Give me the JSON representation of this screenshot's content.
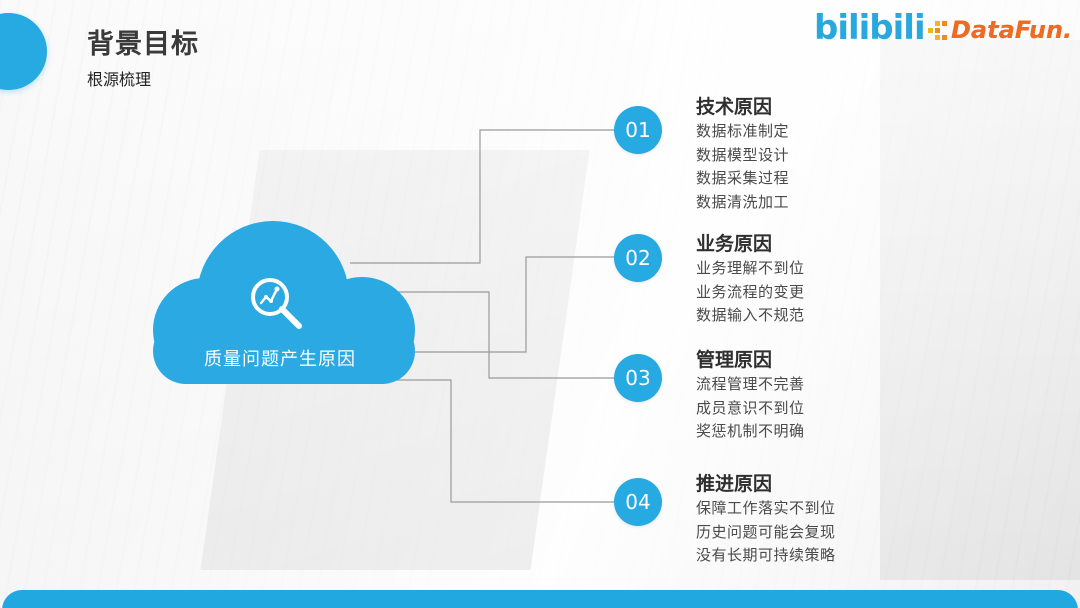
{
  "header": {
    "title": "背景目标",
    "subtitle": "根源梳理"
  },
  "logos": {
    "bilibili": "bilibili",
    "datafun": "DataFun."
  },
  "center": {
    "label": "质量问题产生原因",
    "icon": "magnifier-chart-icon"
  },
  "colors": {
    "accent": "#27a9e1",
    "line": "#9a9a9a",
    "datafun_orange": "#ef6a23"
  },
  "reasons": [
    {
      "number": "01",
      "title": "技术原因",
      "items": [
        "数据标准制定",
        "数据模型设计",
        "数据采集过程",
        "数据清洗加工"
      ]
    },
    {
      "number": "02",
      "title": "业务原因",
      "items": [
        "业务理解不到位",
        "业务流程的变更",
        "数据输入不规范"
      ]
    },
    {
      "number": "03",
      "title": "管理原因",
      "items": [
        "流程管理不完善",
        "成员意识不到位",
        "奖惩机制不明确"
      ]
    },
    {
      "number": "04",
      "title": "推进原因",
      "items": [
        "保障工作落实不到位",
        "历史问题可能会复现",
        "没有长期可持续策略"
      ]
    }
  ]
}
